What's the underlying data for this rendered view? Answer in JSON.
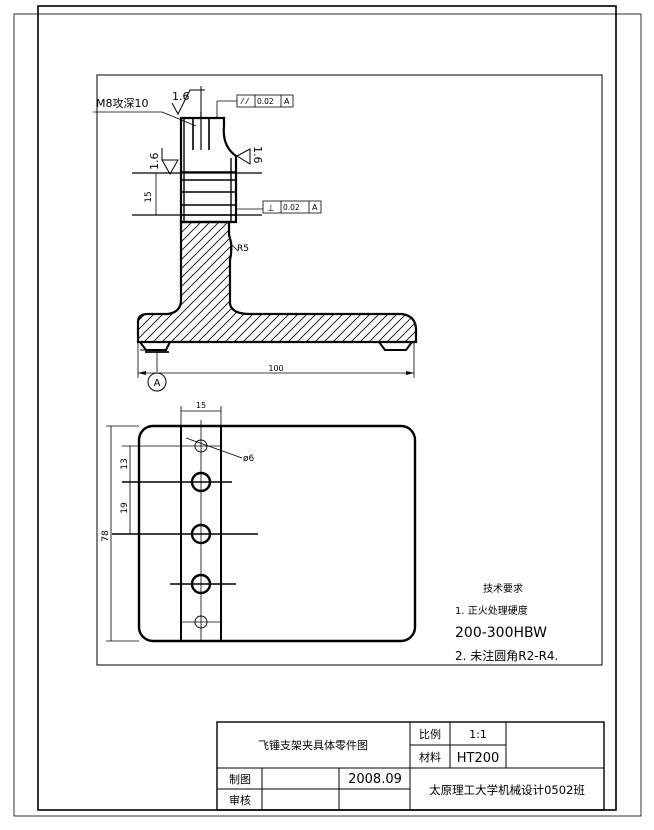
{
  "annotations": {
    "thread_callout": "M8攻深10",
    "roughness_top": "1.6",
    "roughness_left": "1.6",
    "roughness_right": "1.6",
    "parallelism_symbol": "//",
    "parallelism_value": "0.02",
    "parallelism_datum": "A",
    "perpendicularity_symbol": "⊥",
    "perpendicularity_value": "0.02",
    "perpendicularity_datum": "A",
    "dim_15_side": "15",
    "fillet_r5": "R5",
    "dim_100": "100",
    "datum_a": "A",
    "dim_15_top": "15",
    "hole_dia": "ø6",
    "dim_13": "13",
    "dim_19": "19",
    "dim_78": "78"
  },
  "notes": {
    "title": "技术要求",
    "line1": "1. 正火处理硬度",
    "line2": "200-300HBW",
    "line3": "2. 未注圆角R2-R4."
  },
  "title_block": {
    "drawing_name": "飞锤支架夹具体零件图",
    "scale_label": "比例",
    "scale_value": "1:1",
    "material_label": "材料",
    "material_value": "HT200",
    "drawn_label": "制图",
    "date": "2008.09",
    "checked_label": "审核",
    "organization": "太原理工大学机械设计0502班"
  }
}
